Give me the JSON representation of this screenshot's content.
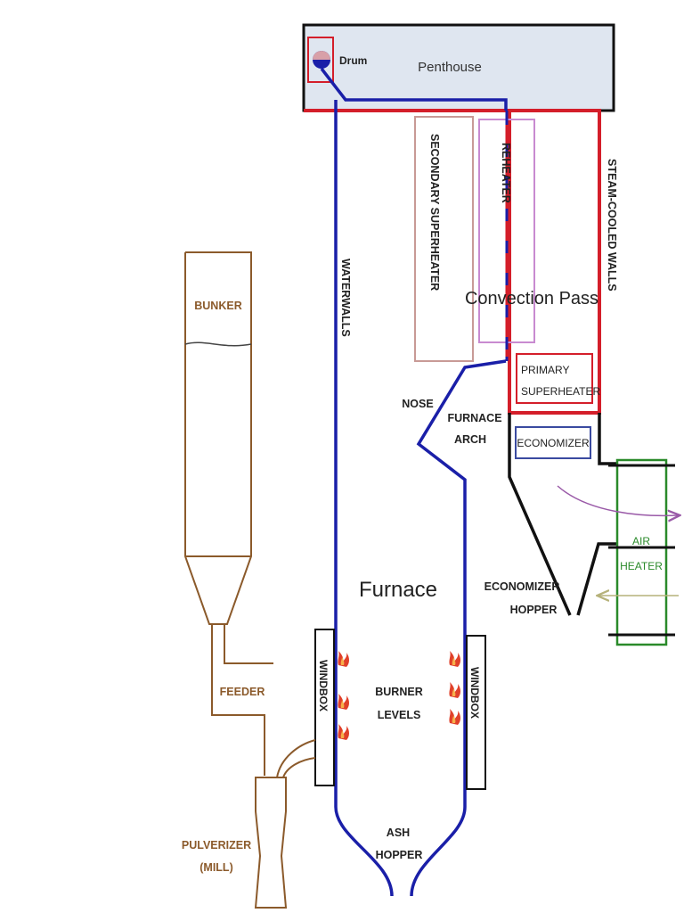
{
  "labels": {
    "drum": "Drum",
    "penthouse": "Penthouse",
    "secondary_superheater": "SECONDARY SUPERHEATER",
    "reheater": "REHEATER",
    "steam_cooled_walls": "STEAM-COOLED WALLS",
    "convection_pass": "Convection Pass",
    "waterwalls": "WATERWALLS",
    "bunker": "BUNKER",
    "nose": "NOSE",
    "furnace_arch_1": "FURNACE",
    "furnace_arch_2": "ARCH",
    "primary_superheater_1": "PRIMARY",
    "primary_superheater_2": "SUPERHEATER",
    "economizer": "ECONOMIZER",
    "air_heater_1": "AIR",
    "air_heater_2": "HEATER",
    "furnace": "Furnace",
    "economizer_hopper_1": "ECONOMIZER",
    "economizer_hopper_2": "HOPPER",
    "windbox": "WINDBOX",
    "burner_levels_1": "BURNER",
    "burner_levels_2": "LEVELS",
    "feeder": "FEEDER",
    "ash_hopper_1": "ASH",
    "ash_hopper_2": "HOPPER",
    "pulverizer_1": "PULVERIZER",
    "pulverizer_2": "(MILL)"
  },
  "colors": {
    "water_circuit": "#1a1fa8",
    "steam_circuit": "#d41e2a",
    "coal_path": "#8b5a2b",
    "air_heater": "#2a8a2a",
    "economizer_box": "#3a4aa0",
    "black_lines": "#111111",
    "penthouse_fill": "#dfe6f0",
    "secondary_sh_outline": "#c89a96",
    "reheater_outline": "#c88ad0",
    "flue_gas_arrow": "#9a5aa8",
    "air_arrow": "#b6b27a",
    "flame": "#e0402a"
  }
}
